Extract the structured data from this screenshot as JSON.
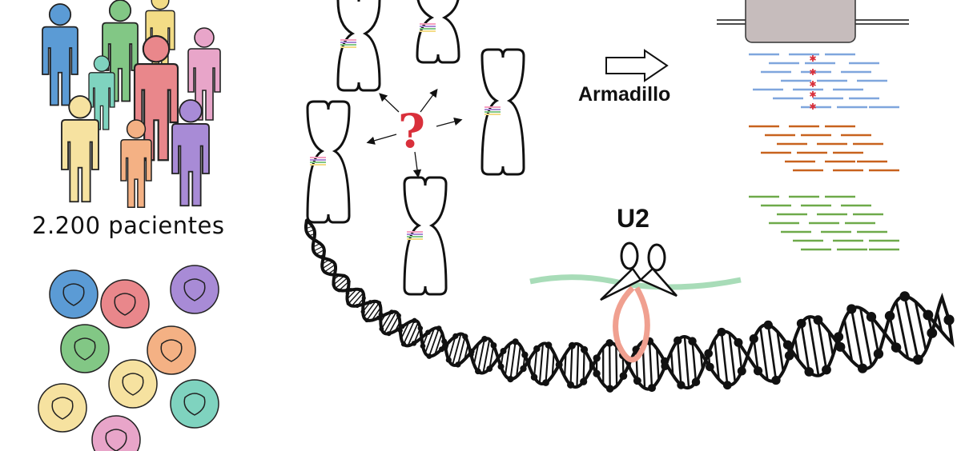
{
  "patients_label": "2.200 pacientes",
  "tool_label": "Armadillo",
  "snrna_label": "U2",
  "question_mark": "?",
  "colors": {
    "people": [
      "#5b9bd5",
      "#82c785",
      "#f3dc86",
      "#e8a5c9",
      "#7fd3bf",
      "#e9878b",
      "#f6e2a0",
      "#f4b184",
      "#a88bd6"
    ],
    "organs": [
      "#5b9bd5",
      "#e9878b",
      "#a88bd6",
      "#82c785",
      "#f4b184",
      "#f6e2a0",
      "#f6e2a0",
      "#7fd3bf",
      "#e8a5c9"
    ],
    "reads_blue": "#7fa6dd",
    "reads_orange": "#c8621e",
    "reads_green": "#6eaa4a",
    "mutation": "#d9303b",
    "rna": "#a8dcb8",
    "loop": "#f0a090",
    "gene_box": "#c6bcbc"
  }
}
